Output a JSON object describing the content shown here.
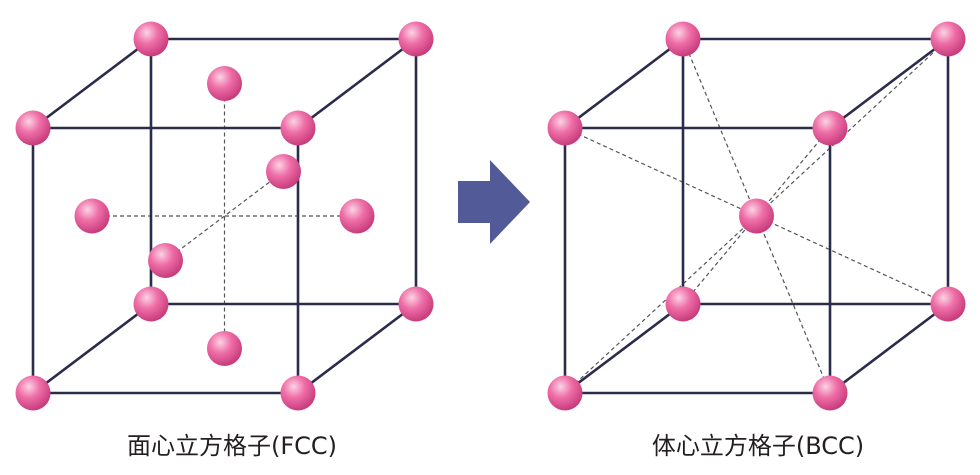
{
  "colors": {
    "edge": "#2b2b4b",
    "dashed": "#555555",
    "atom_highlight": "#fbd3e4",
    "atom_mid": "#ef6fa8",
    "atom_dark": "#c7397a",
    "arrow": "#525b97"
  },
  "fcc": {
    "caption": "面心立方格子(FCC)",
    "structure": "face-centered cubic"
  },
  "bcc": {
    "caption": "体心立方格子(BCC)",
    "structure": "body-centered cubic"
  },
  "arrow": {
    "icon": "right-arrow-icon"
  }
}
